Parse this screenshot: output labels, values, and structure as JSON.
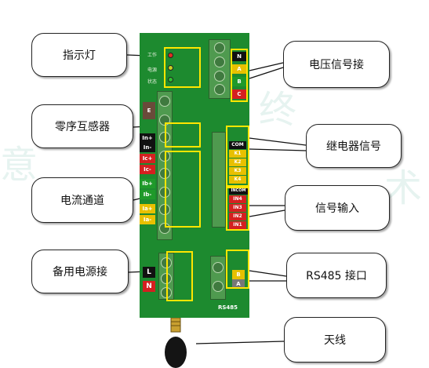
{
  "callouts": {
    "indicator": "指示灯",
    "voltage": "电压信号接",
    "zero_seq": "零序互感器",
    "relay": "继电器信号",
    "current": "电流通道",
    "signal_in": "信号输入",
    "backup": "备用电源接",
    "rs485": "RS485 接口",
    "antenna": "天线"
  },
  "board": {
    "led_labels": [
      "工作",
      "电源",
      "状态"
    ],
    "voltage_pins": [
      "N",
      "A",
      "B",
      "C"
    ],
    "relay_pins": [
      "COM",
      "K1",
      "K2",
      "K3",
      "K4"
    ],
    "input_pins": [
      "INCOM",
      "IN4",
      "IN3",
      "IN2",
      "IN1"
    ],
    "current_pins": [
      "E",
      "In+",
      "In-",
      "Ic+",
      "Ic-",
      "Ib+",
      "Ib-",
      "Ia+",
      "Ia-"
    ],
    "backup_pins": [
      "L",
      "N"
    ],
    "rs485_pins": [
      "B",
      "A"
    ],
    "rs485_label": "RS485"
  },
  "colors": {
    "board": "#1d8a2f",
    "highlight": "#ffe600",
    "red": "#d42020",
    "yellow": "#e8c000",
    "green": "#1f9a2a",
    "black": "#111111"
  }
}
